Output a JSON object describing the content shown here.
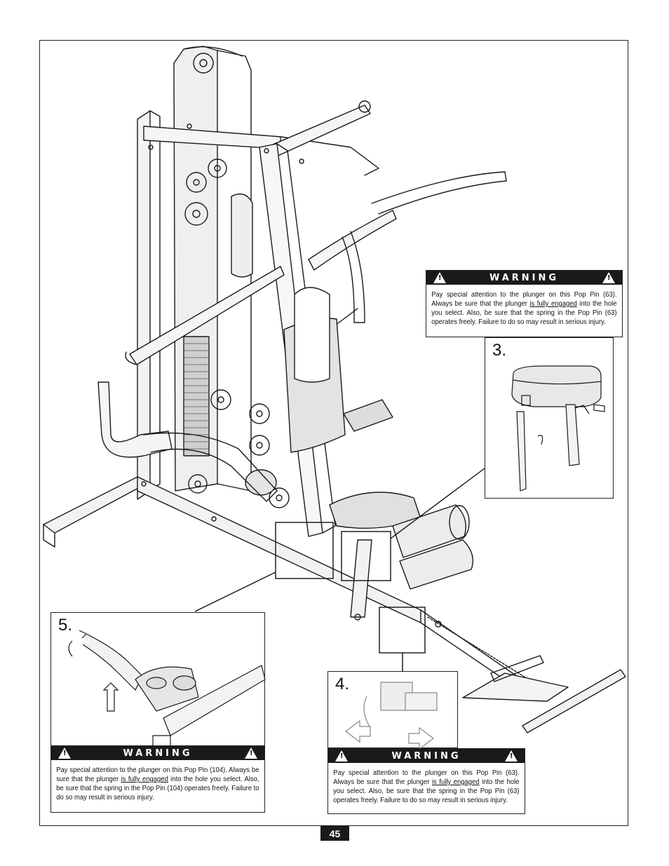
{
  "page_number": "45",
  "warnings": {
    "top_right": {
      "title": "WARNING",
      "text_before": "Pay special attention to the plunger on this Pop Pin (63). Always be sure that the plunger ",
      "underlined": "is fully engaged",
      "text_after": " into the hole you select. Also, be sure that the spring in the Pop Pin (63) operates freely. Failure to do so may result in serious injury."
    },
    "bottom_left": {
      "title": "WARNING",
      "text_before": "Pay special attention to the plunger on this Pop Pin (104). Always be sure that the plunger ",
      "underlined": "is fully engaged",
      "text_after": " into the hole you select. Also, be sure that the spring in the Pop Pin (104) operates freely. Failure to do so may result in serious injury."
    },
    "bottom_middle": {
      "title": "WARNING",
      "text_before": "Pay special attention to the plunger on this Pop Pin (63). Always be sure that the plunger ",
      "underlined": "is fully engaged",
      "text_after": " into the hole you select. Also, be sure that the spring in the Pop Pin (63) operates freely. Failure to do so may result in serious injury."
    }
  },
  "steps": {
    "step3": "3.",
    "step4": "4.",
    "step5": "5."
  },
  "icons": {
    "warning_symbol": "!",
    "main_illustration": "home-gym-machine-illustration"
  }
}
